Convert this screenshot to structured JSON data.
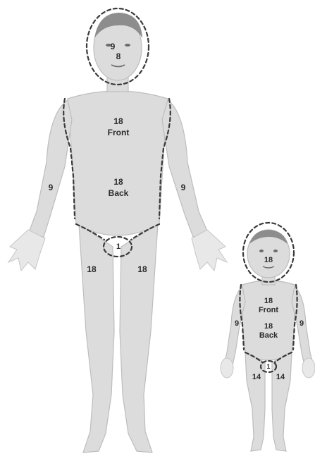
{
  "adult": {
    "head_top": "9",
    "head_bottom": "8",
    "trunk_front_value": "18",
    "trunk_front_word": "Front",
    "trunk_back_value": "18",
    "trunk_back_word": "Back",
    "left_arm": "9",
    "right_arm": "9",
    "perineum": "1",
    "left_leg": "18",
    "right_leg": "18"
  },
  "child": {
    "head": "18",
    "trunk_front_value": "18",
    "trunk_front_word": "Front",
    "trunk_back_value": "18",
    "trunk_back_word": "Back",
    "left_arm": "9",
    "right_arm": "9",
    "perineum": "1",
    "left_leg": "14",
    "right_leg": "14"
  }
}
